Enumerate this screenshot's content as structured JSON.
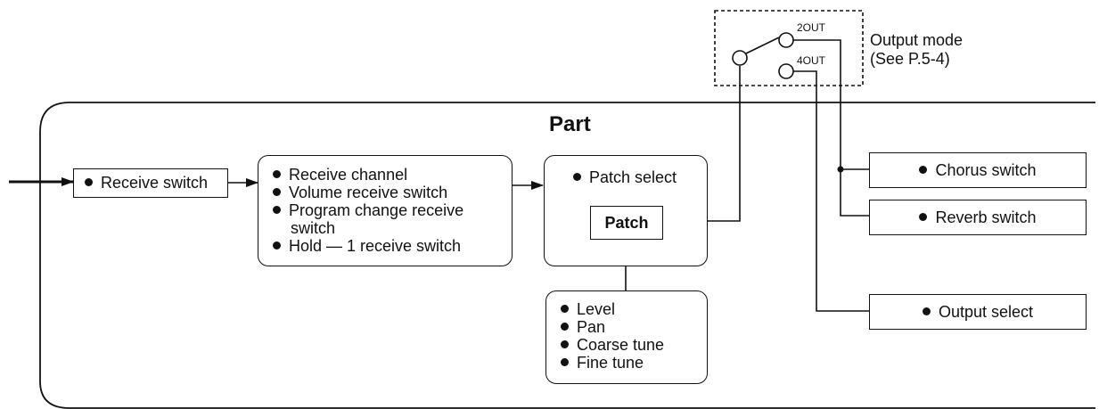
{
  "part_title": "Part",
  "receive_switch": "Receive switch",
  "channel_box": {
    "items": [
      "Receive channel",
      "Volume receive switch",
      "Program change receive",
      "Hold — 1 receive switch"
    ],
    "wrap": "switch"
  },
  "patch_select": "Patch select",
  "patch": "Patch",
  "patch_params": [
    "Level",
    "Pan",
    "Coarse tune",
    "Fine tune"
  ],
  "output_mode": {
    "out2": "2OUT",
    "out4": "4OUT",
    "label": "Output mode",
    "ref": "(See P.5-4)"
  },
  "chorus_switch": "Chorus switch",
  "reverb_switch": "Reverb switch",
  "output_select": "Output select"
}
